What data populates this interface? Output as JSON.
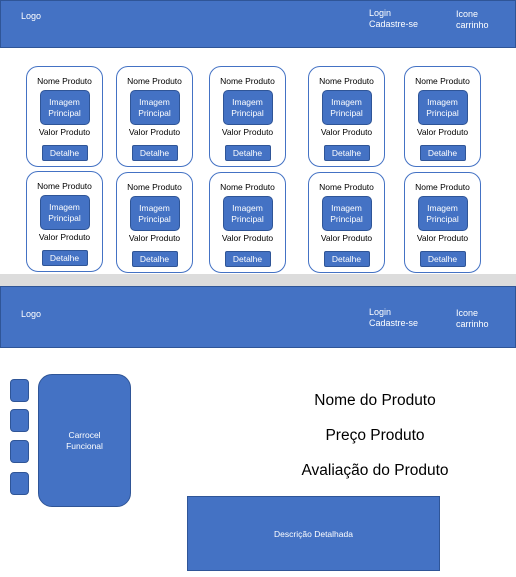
{
  "header": {
    "logo": "Logo",
    "login": "Login",
    "register": "Cadastre-se",
    "cart_line1": "Icone",
    "cart_line2": "carrinho"
  },
  "product_card": {
    "name": "Nome Produto",
    "image_line1": "Imagem",
    "image_line2": "Principal",
    "price": "Valor Produto",
    "detail_button": "Detalhe"
  },
  "product_page": {
    "carousel_line1": "Carrocel",
    "carousel_line2": "Funcional",
    "product_name": "Nome do Produto",
    "product_price": "Preço Produto",
    "product_rating": "Avaliação do Produto",
    "description": "Descrição Detalhada"
  },
  "colors": {
    "primary": "#4472c4",
    "primary_border": "#2f5597",
    "separator": "#dcdcdc"
  }
}
